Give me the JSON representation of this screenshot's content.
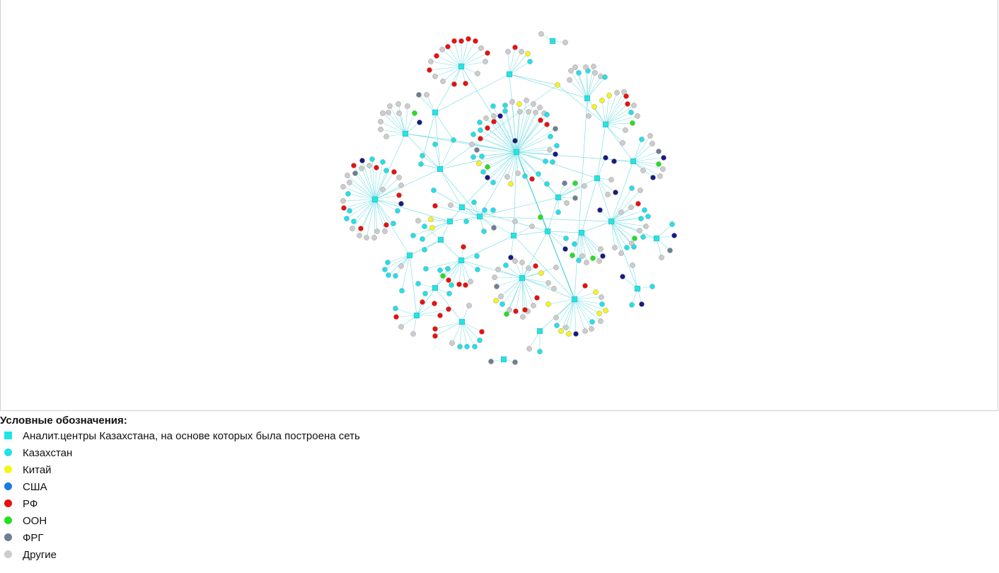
{
  "legend": {
    "title": "Условные обозначения:",
    "items": [
      {
        "key": "hub",
        "shape": "square",
        "color": "#1ee6e6",
        "label": "Аналит.центры Казахстана, на основе которых была построена сеть"
      },
      {
        "key": "kz",
        "shape": "circle",
        "color": "#22e0ea",
        "label": "Казахстан"
      },
      {
        "key": "cn",
        "shape": "circle",
        "color": "#f5f51a",
        "label": "Китай"
      },
      {
        "key": "us",
        "shape": "circle",
        "color": "#1a7be0",
        "label": "США"
      },
      {
        "key": "ru",
        "shape": "circle",
        "color": "#e81010",
        "label": "РФ"
      },
      {
        "key": "un",
        "shape": "circle",
        "color": "#22e022",
        "label": "ООН"
      },
      {
        "key": "de",
        "shape": "circle",
        "color": "#6e7f90",
        "label": "ФРГ"
      },
      {
        "key": "other",
        "shape": "circle",
        "color": "#cccccc",
        "label": "Другие"
      }
    ]
  },
  "network": {
    "edge_color": "#7fe0e6",
    "edge_color_strong": "#3ccfd8",
    "node_outline": "#9a9a9a",
    "other_colors": {
      "navy": "#1a1a80"
    }
  }
}
